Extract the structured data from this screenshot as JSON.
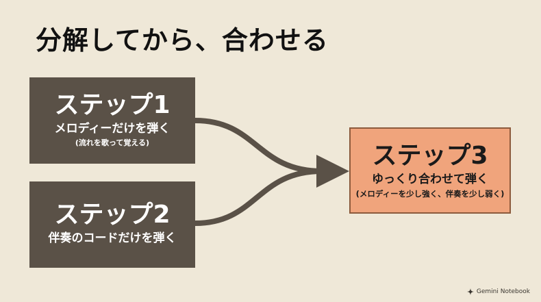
{
  "title": "分解してから、合わせる",
  "steps": [
    {
      "heading": "ステップ1",
      "subtitle": "メロディーだけを弾く",
      "note": "(流れを歌って覚える)"
    },
    {
      "heading": "ステップ2",
      "subtitle": "伴奏のコードだけを弾く"
    },
    {
      "heading": "ステップ3",
      "subtitle": "ゆっくり合わせて弾く",
      "note": "(メロディーを少し強く、伴奏を少し弱く)"
    }
  ],
  "branding": {
    "label": "Gemini Notebook",
    "icon": "gemini-sparkle-icon"
  },
  "colors": {
    "background": "#efe8d8",
    "step_box": "#5a5147",
    "final_box": "#f0a47c",
    "arrow": "#5a5147"
  }
}
